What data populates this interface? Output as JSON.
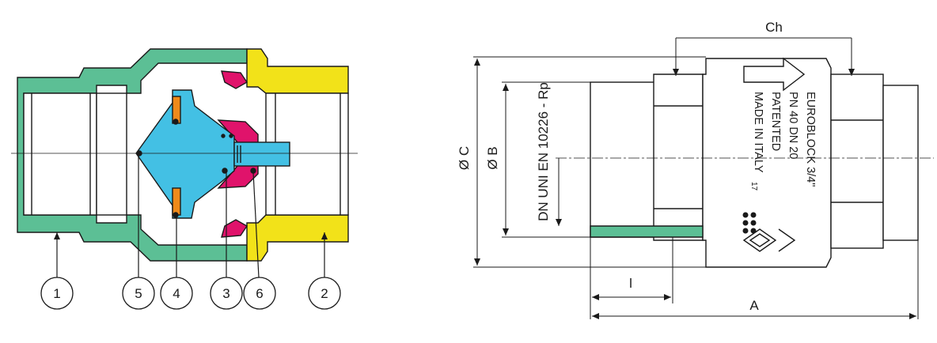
{
  "callouts": [
    "1",
    "5",
    "4",
    "3",
    "6",
    "2"
  ],
  "dimensions": {
    "ch": "Ch",
    "oc": "Ø C",
    "ob": "Ø B",
    "l": "l",
    "a": "A",
    "standard": "DN UNI EN 10226 - Rp"
  },
  "body_marking": {
    "line1": "EUROBLOCK 3/4\"",
    "line2": "PN 40   DN 20",
    "line3": "PATENTED",
    "line4": "MADE IN ITALY",
    "year": "17"
  },
  "colors": {
    "body_green": "#5cbf95",
    "nut_yellow": "#f2e219",
    "seal_magenta": "#e0136b",
    "disc_cyan": "#43c0e4",
    "ring_orange": "#ef8a1a",
    "line": "#1a1a1a"
  }
}
